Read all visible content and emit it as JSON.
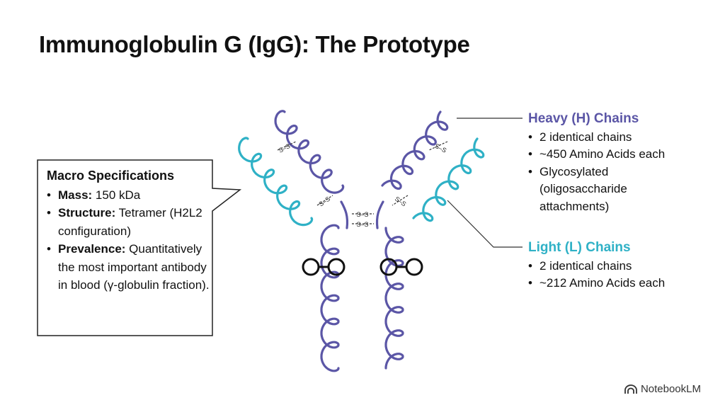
{
  "title": "Immunoglobulin G (IgG): The Prototype",
  "specifications": {
    "heading": "Macro Specifications",
    "items": [
      {
        "label": "Mass:",
        "value": " 150 kDa"
      },
      {
        "label": "Structure:",
        "value": " Tetramer (H2L2 configuration)"
      },
      {
        "label": "Prevalence:",
        "value": " Quantitatively the most important antibody in blood (γ-globulin fraction)."
      }
    ]
  },
  "heavy_chains": {
    "label": "Heavy (H) Chains",
    "color": "#5b56a6",
    "items": [
      "2 identical chains",
      "~450 Amino Acids each",
      "Glycosylated (oligosaccharide attachments)"
    ]
  },
  "light_chains": {
    "label": "Light (L) Chains",
    "color": "#2fb1c6",
    "items": [
      "2 identical chains",
      "~212 Amino Acids each"
    ]
  },
  "disulfide_label": "S–S",
  "icons": [
    "notebooklm-logo-icon"
  ],
  "branding": "NotebookLM"
}
